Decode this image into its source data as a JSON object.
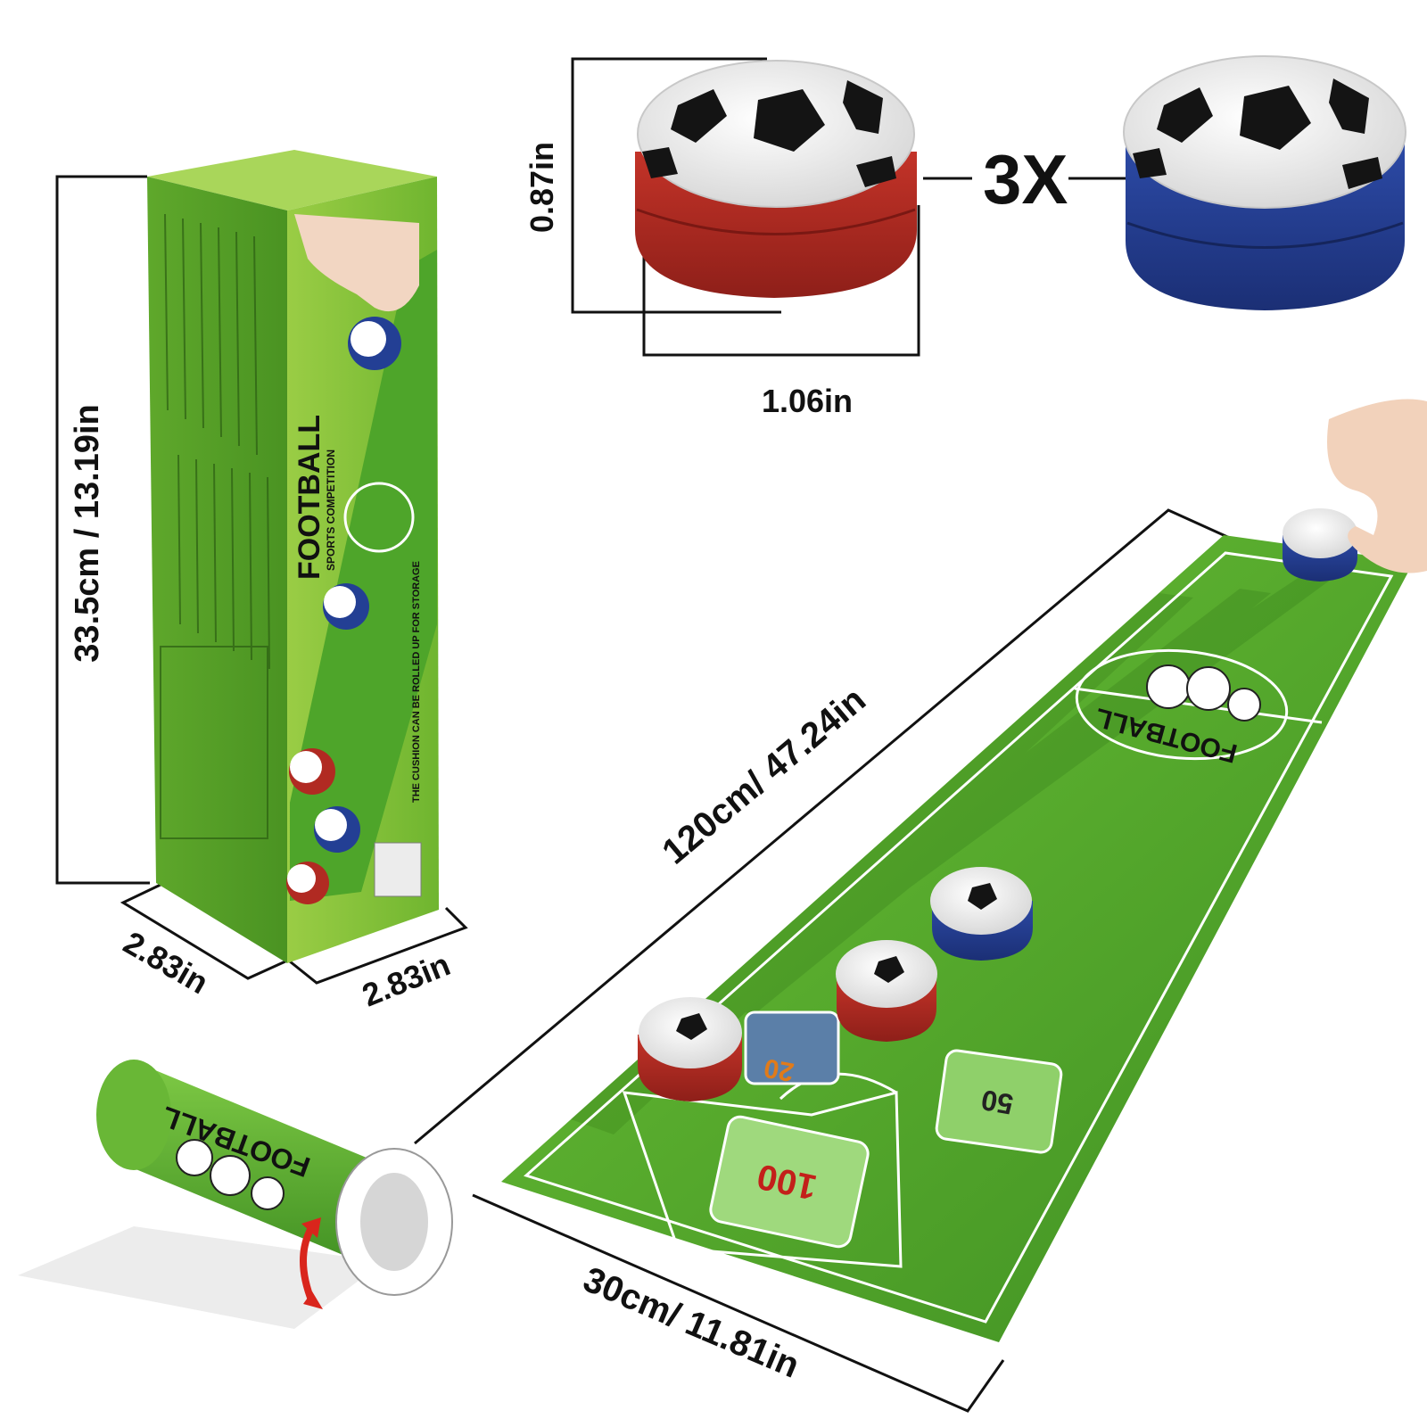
{
  "multiplier_label": "3X",
  "puck": {
    "height_label": "0.87in",
    "diameter_label": "1.06in",
    "colors": {
      "red": "#b12a22",
      "blue": "#233f94"
    }
  },
  "box": {
    "height_label": "33.5cm / 13.19in",
    "width_label_left": "2.83in",
    "width_label_right": "2.83in",
    "title": "FOOTBALL",
    "subtitle": "SPORTS COMPETITION",
    "note": "THE CUSHION CAN BE ROLLED UP FOR STORAGE"
  },
  "mat": {
    "length_label": "120cm/ 47.24in",
    "width_label": "30cm/ 11.81in",
    "center_logo": "FOOTBALL",
    "zone_scores": [
      "20",
      "50",
      "100"
    ]
  },
  "roll": {
    "logo": "FOOTBALL"
  },
  "colors": {
    "grass_light": "#5fb32e",
    "grass_dark": "#3f8f22",
    "box_green": "#8cc63f",
    "box_dark": "#4f9a24",
    "ink": "#111111",
    "arrow_red": "#d9251c"
  }
}
